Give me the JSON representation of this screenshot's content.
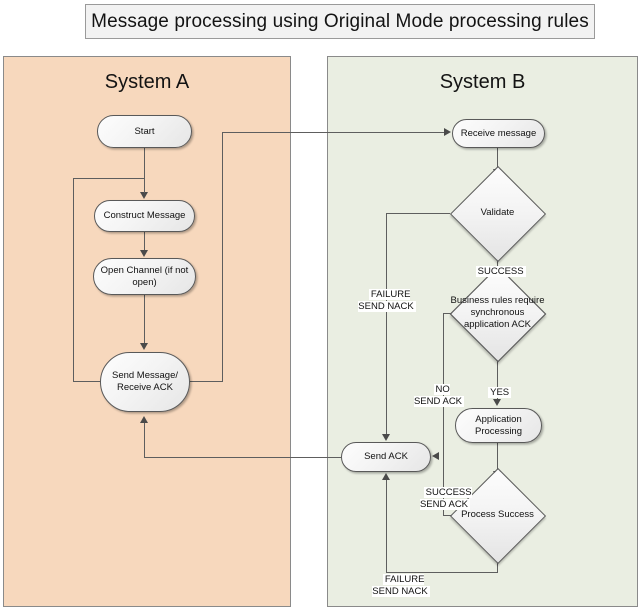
{
  "title": "Message processing using Original Mode processing rules",
  "colors": {
    "lane_a_fill": "#f7d8bd",
    "lane_b_fill": "#eaeee2",
    "node_fill": "#f4f4f4",
    "line": "#5e5e5e",
    "title_fill": "#f2f2f2"
  },
  "lanes": {
    "a": {
      "title": "System A"
    },
    "b": {
      "title": "System B"
    }
  },
  "nodes": {
    "start": "Start",
    "construct_message": "Construct Message",
    "open_channel": "Open Channel (if not open)",
    "send_message": "Send Message/\nReceive ACK",
    "receive_message": "Receive message",
    "validate": "Validate",
    "business_rules": "Business rules require synchronous application ACK",
    "application_processing": "Application\nProcessing",
    "process_success": "Process Success",
    "send_ack": "Send ACK"
  },
  "edge_labels": {
    "validate_success": "SUCCESS",
    "validate_failure": "FAILURE\nSEND NACK",
    "business_rules_no": "NO\nSEND ACK",
    "business_rules_yes": "YES",
    "process_success_yes": "SUCCESS\nSEND ACK",
    "process_success_failure": "FAILURE\nSEND NACK"
  }
}
